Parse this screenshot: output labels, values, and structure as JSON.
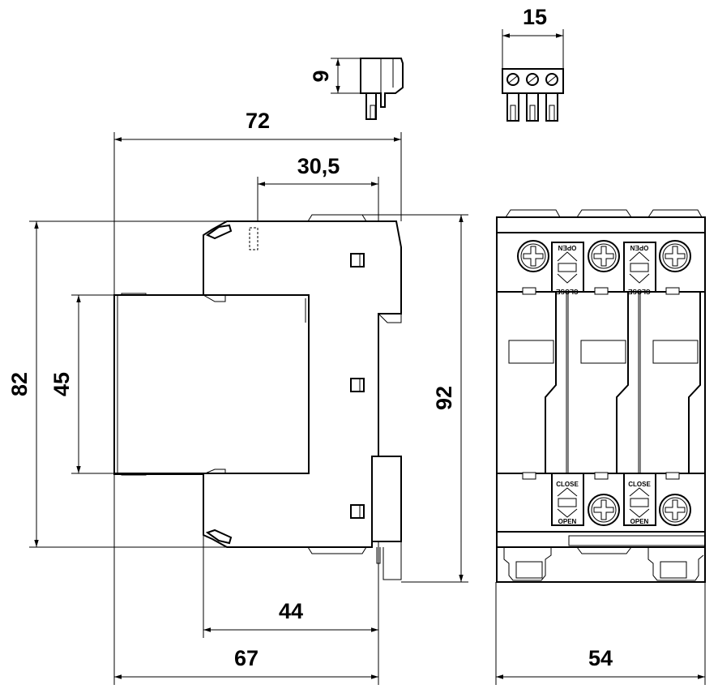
{
  "dimensions": {
    "top_width": "15",
    "connector_height": "9",
    "overall_depth": "72",
    "terminal_offset": "30,5",
    "height_body": "82",
    "front_height": "45",
    "overall_height": "92",
    "depth_front": "44",
    "depth_total": "67",
    "front_width": "54"
  },
  "labels": {
    "open": "OPEN",
    "close": "CLOSE"
  }
}
